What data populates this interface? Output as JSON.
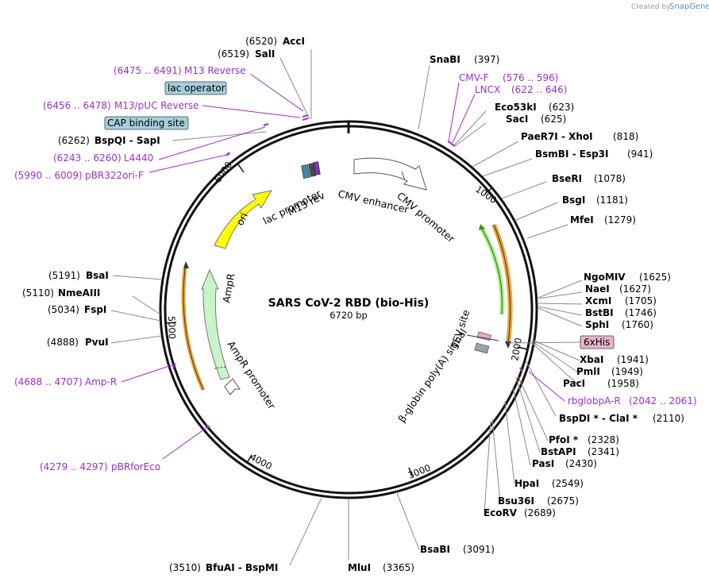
{
  "plasmid": {
    "name": "SARS CoV-2 RBD (bio-His)",
    "length": "6720 bp"
  },
  "watermark": {
    "prefix": "Created by",
    "brand": "SnapGene",
    "brand_color": "#3a7dc9"
  },
  "colors": {
    "primer": "#9b30c9",
    "feature_yellow": "#ffff00",
    "feature_green": "#c8f5c8",
    "feature_orange": "#f2a531",
    "feature_darkgreen": "#3a9a1a"
  },
  "ticks": [
    "1000",
    "2000",
    "3000",
    "4000",
    "5000",
    "6000"
  ],
  "enzymes": [
    {
      "pos": "(6520)",
      "name": "AccI"
    },
    {
      "pos": "(6519)",
      "name": "SalI"
    },
    {
      "pos": "(397)",
      "name": "SnaBI"
    },
    {
      "pos": "(623)",
      "name": "Eco53kI"
    },
    {
      "pos": "(625)",
      "name": "SacI"
    },
    {
      "pos": "(818)",
      "name": "PaeR7I - XhoI"
    },
    {
      "pos": "(941)",
      "name": "BsmBI - Esp3I"
    },
    {
      "pos": "(1078)",
      "name": "BseRI"
    },
    {
      "pos": "(1181)",
      "name": "BsgI"
    },
    {
      "pos": "(1279)",
      "name": "MfeI"
    },
    {
      "pos": "(1625)",
      "name": "NgoMIV"
    },
    {
      "pos": "(1627)",
      "name": "NaeI"
    },
    {
      "pos": "(1705)",
      "name": "XcmI"
    },
    {
      "pos": "(1746)",
      "name": "BstBI"
    },
    {
      "pos": "(1760)",
      "name": "SphI"
    },
    {
      "pos": "(1941)",
      "name": "XbaI"
    },
    {
      "pos": "(1949)",
      "name": "PmlI"
    },
    {
      "pos": "(1958)",
      "name": "PacI"
    },
    {
      "pos": "(2110)",
      "name": "BspDI * - ClaI *"
    },
    {
      "pos": "(2328)",
      "name": "PfoI *"
    },
    {
      "pos": "(2341)",
      "name": "BstAPI"
    },
    {
      "pos": "(2430)",
      "name": "PasI"
    },
    {
      "pos": "(2549)",
      "name": "HpaI"
    },
    {
      "pos": "(2675)",
      "name": "Bsu36I"
    },
    {
      "pos": "(2689)",
      "name": "EcoRV"
    },
    {
      "pos": "(3091)",
      "name": "BsaBI"
    },
    {
      "pos": "(3365)",
      "name": "MluI"
    },
    {
      "pos": "(3510)",
      "name": "BfuAI - BspMI"
    },
    {
      "pos": "(4888)",
      "name": "PvuI"
    },
    {
      "pos": "(5034)",
      "name": "FspI"
    },
    {
      "pos": "(5110)",
      "name": "NmeAIII"
    },
    {
      "pos": "(5191)",
      "name": "BsaI"
    },
    {
      "pos": "(6262)",
      "name": "BspQI - SapI"
    }
  ],
  "primers": [
    {
      "name": "M13 Reverse",
      "range": "(6475 .. 6491)"
    },
    {
      "name": "M13/pUC Reverse",
      "range": "(6456 .. 6478)"
    },
    {
      "name": "L4440",
      "range": "(6243 .. 6260)"
    },
    {
      "name": "pBR322ori-F",
      "range": "(5990 .. 6009)"
    },
    {
      "name": "CMV-F",
      "range": "(576 .. 596)"
    },
    {
      "name": "LNCX",
      "range": "(622 .. 646)"
    },
    {
      "name": "rbglobpA-R",
      "range": "(2042 .. 2061)"
    },
    {
      "name": "Amp-R",
      "range": "(4688 .. 4707)"
    },
    {
      "name": "pBRforEco",
      "range": "(4279 .. 4297)"
    }
  ],
  "boxed_features": {
    "lac_operator": "lac operator",
    "cap_binding_site": "CAP binding site",
    "six_his": "6xHis"
  },
  "features": {
    "cmv_enhancer": "CMV enhancer",
    "cmv_promoter": "CMV promoter",
    "lac_promoter": "lac promoter",
    "m13_rev": "M13 rev",
    "ori": "ori",
    "ampr": "AmpR",
    "ampr_promoter": "AmpR promoter",
    "tev_site": "TEV site",
    "beta_globin": "β-globin poly(A) signal"
  }
}
